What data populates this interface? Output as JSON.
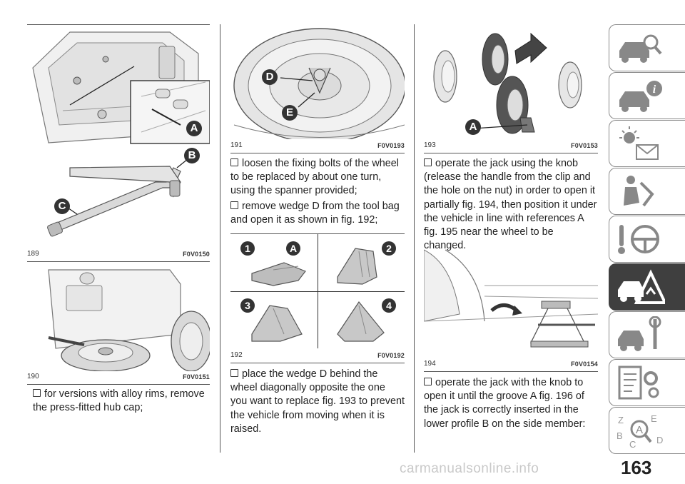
{
  "figures": [
    {
      "number": "189",
      "code": "F0V0150"
    },
    {
      "number": "190",
      "code": "F0V0151"
    },
    {
      "number": "191",
      "code": "F0V0193"
    },
    {
      "number": "192",
      "code": "F0V0192"
    },
    {
      "number": "193",
      "code": "F0V0153"
    },
    {
      "number": "194",
      "code": "F0V0154"
    }
  ],
  "callouts": {
    "a": "A",
    "b": "B",
    "c": "C",
    "d": "D",
    "e": "E",
    "n1": "1",
    "n2": "2",
    "n3": "3",
    "n4": "4"
  },
  "paragraphs": [
    "for versions with alloy rims, remove the press-fitted hub cap;",
    "loosen the fixing bolts of the wheel to be replaced by about one turn, using the spanner provided;",
    "remove wedge D from the tool bag and open it as shown in fig. 192;",
    "place the wedge D behind the wheel diagonally opposite the one you want to replace fig. 193 to prevent the vehicle from moving when it is raised.",
    "operate the jack using the knob (release the handle from the clip and the hole on the nut) in order to open it partially fig. 194, then position it under the vehicle in line with references A fig. 195 near the wheel to be changed.",
    "operate the jack with the knob to open it until the groove A fig. 196 of the jack is correctly inserted in the lower profile B on the side member:"
  ],
  "sidebar": {
    "tabs": [
      {
        "name": "knowing-the-vehicle",
        "icon": "car-magnifier-icon"
      },
      {
        "name": "knowing-the-instrument-panel",
        "icon": "car-info-icon"
      },
      {
        "name": "safety",
        "icon": "warning-lights-icon"
      },
      {
        "name": "starting-and-driving",
        "icon": "airbag-passenger-icon"
      },
      {
        "name": "in-an-emergency",
        "icon": "key-steering-wheel-icon"
      },
      {
        "name": "servicing-and-maintenance",
        "icon": "car-warning-triangle-icon",
        "active": true
      },
      {
        "name": "technical-specifications",
        "icon": "car-wrench-icon"
      },
      {
        "name": "index",
        "icon": "document-gears-icon"
      },
      {
        "name": "alphabetical-index",
        "icon": "alphabet-magnifier-icon"
      }
    ]
  },
  "page_number": "163",
  "watermark": "carmanualsonline.info"
}
